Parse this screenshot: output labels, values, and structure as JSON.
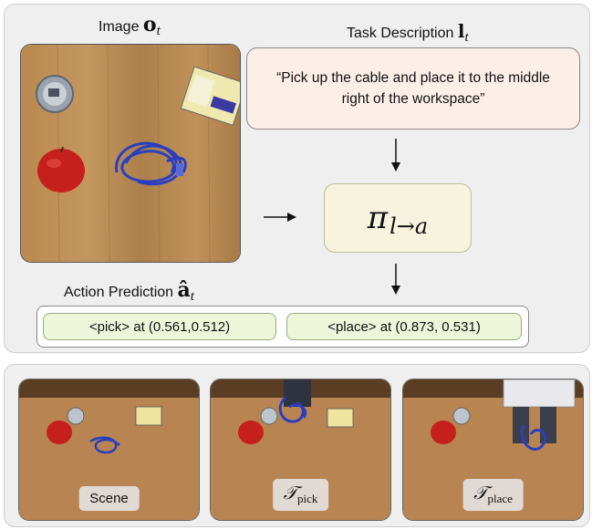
{
  "top": {
    "image_label_text": "Image",
    "image_label_math": "o",
    "image_label_sub": "t",
    "task_label_text": "Task Description",
    "task_label_math": "l",
    "task_label_sub": "t",
    "task_text": "“Pick up the cable and place it  to the middle right of the workspace”",
    "policy_symbol": "π",
    "policy_sub": "l→a",
    "action_label_text": "Action Prediction",
    "action_label_math": "â",
    "action_label_sub": "t",
    "pick_action": "<pick> at (0.561,0.512)",
    "place_action": "<place> at (0.873, 0.531)"
  },
  "bottom": {
    "scene_label": "Scene",
    "pick_label_math": "𝒯",
    "pick_label_sub": "pick",
    "place_label_math": "𝒯",
    "place_label_sub": "place"
  },
  "colors": {
    "panel_bg": "#efefef",
    "task_box_bg": "#fcefe8",
    "policy_box_bg": "#f6f4df",
    "action_chip_bg": "#eef6da",
    "wood": "#b58450",
    "cable": "#2a3fbf",
    "apple": "#c5201c"
  },
  "icons": [
    "right-arrow-icon",
    "down-arrow-icon"
  ]
}
